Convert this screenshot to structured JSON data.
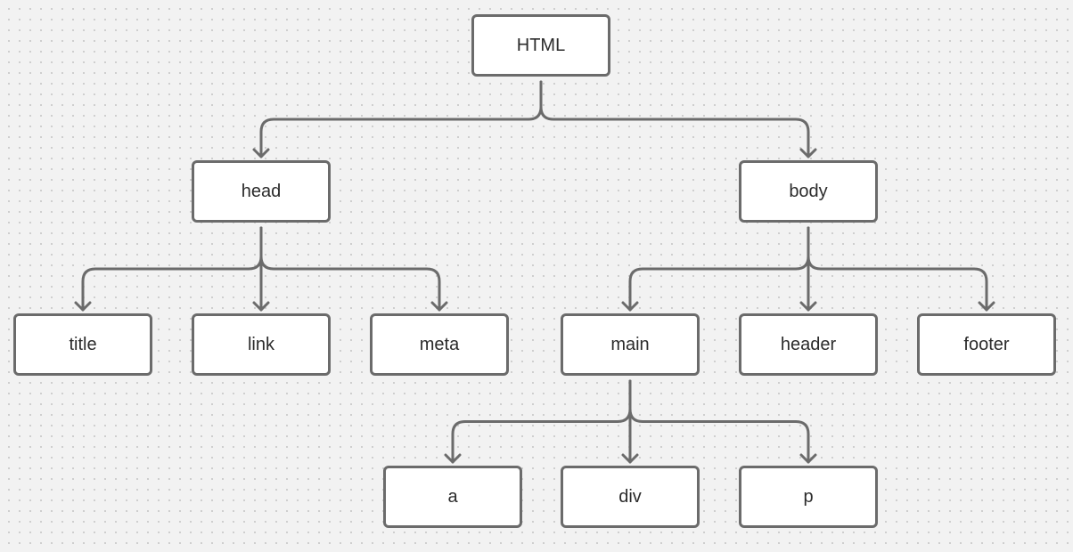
{
  "diagram": {
    "style": {
      "line_color": "#6b6b6b",
      "box_border": "#6b6b6b",
      "box_fill": "#ffffff",
      "text_color": "#2b2b2b",
      "background": "#f2f2f2",
      "grid_dot": "#c9c9c9"
    },
    "nodes": {
      "html": "HTML",
      "head": "head",
      "body": "body",
      "title": "title",
      "link": "link",
      "meta": "meta",
      "main": "main",
      "header": "header",
      "footer": "footer",
      "a": "a",
      "div": "div",
      "p": "p"
    },
    "edges": [
      {
        "from": "html",
        "to": "head"
      },
      {
        "from": "html",
        "to": "body"
      },
      {
        "from": "head",
        "to": "title"
      },
      {
        "from": "head",
        "to": "link"
      },
      {
        "from": "head",
        "to": "meta"
      },
      {
        "from": "body",
        "to": "main"
      },
      {
        "from": "body",
        "to": "header"
      },
      {
        "from": "body",
        "to": "footer"
      },
      {
        "from": "main",
        "to": "a"
      },
      {
        "from": "main",
        "to": "div"
      },
      {
        "from": "main",
        "to": "p"
      }
    ]
  }
}
